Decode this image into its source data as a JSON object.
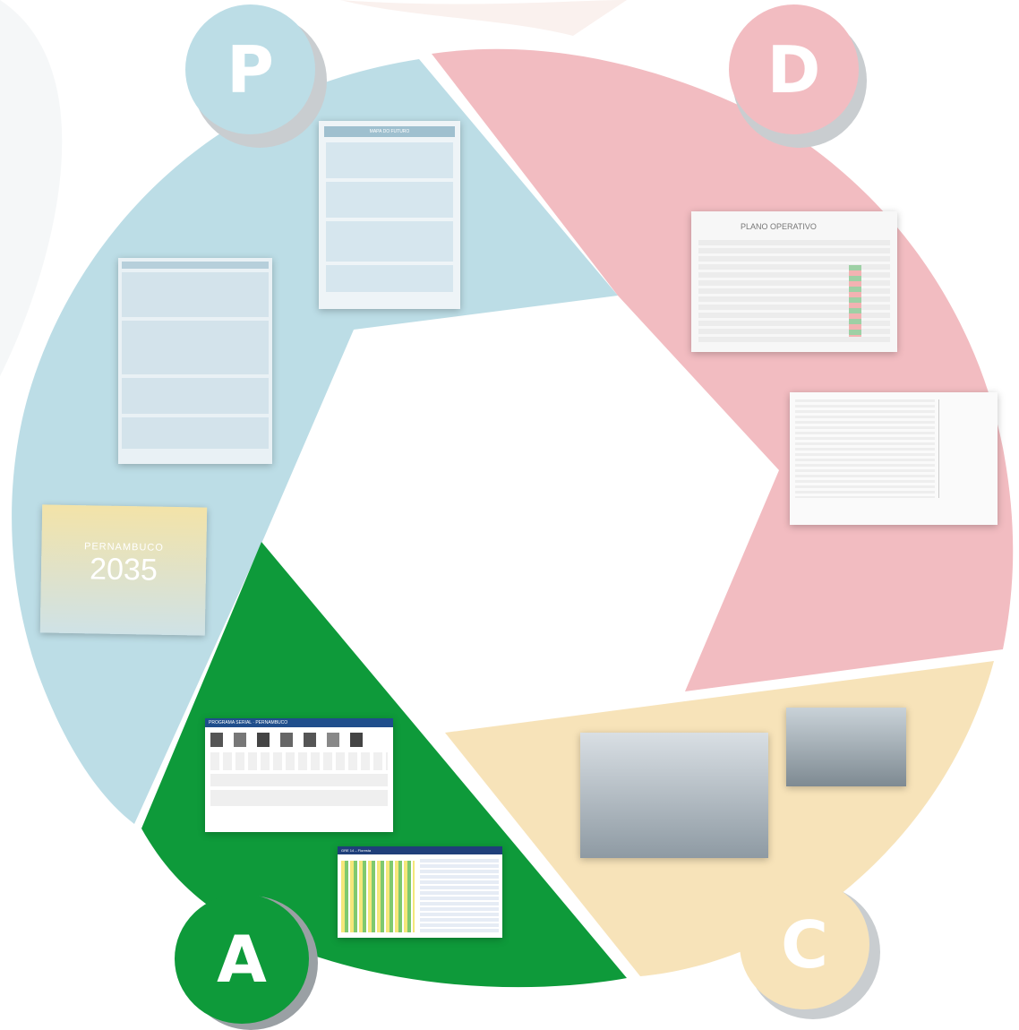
{
  "phases": [
    {
      "id": "P",
      "label": "P",
      "color": "#b7d9e4"
    },
    {
      "id": "D",
      "label": "D",
      "color": "#f0b3b8"
    },
    {
      "id": "C",
      "label": "C",
      "color": "#f4dfab"
    },
    {
      "id": "A",
      "label": "A",
      "color": "#0e9a3a"
    }
  ],
  "documents": {
    "plan_book": {
      "title": "PERNAMBUCO",
      "year": "2035"
    },
    "mapa_title": "MAPA DO FUTURO",
    "plano_operativo_title": "PLANO OPERATIVO",
    "dashboard_title": "PROGRAMA SERIAL · PERNAMBUCO",
    "indicators_title": "GRE 14 – Floresta"
  }
}
